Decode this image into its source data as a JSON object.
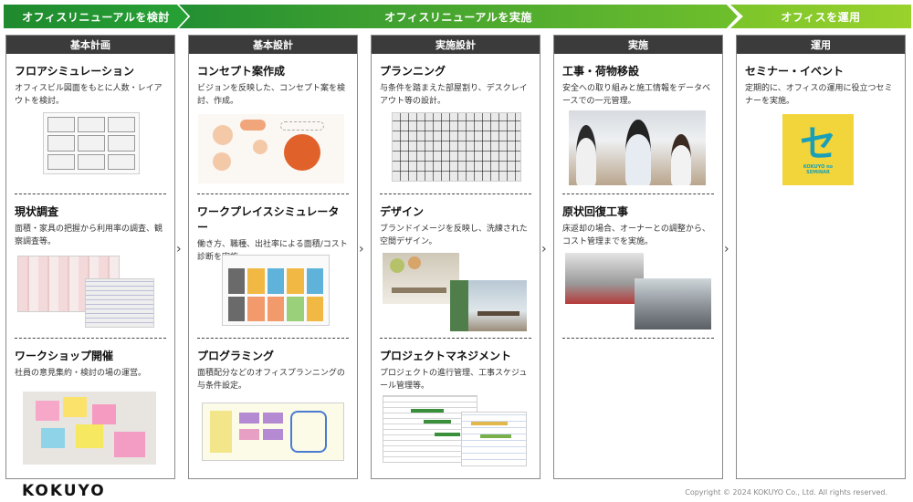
{
  "phases": [
    "オフィスリニューアルを検討",
    "オフィスリニューアルを実施",
    "オフィスを運用"
  ],
  "columns": [
    {
      "head": "基本計画",
      "items": [
        {
          "title": "フロアシミュレーション",
          "desc": "オフィスビル図面をもとに人数・レイアウトを検討。"
        },
        {
          "title": "現状調査",
          "desc": "面積・家具の把握から利用率の調査、観察調査等。"
        },
        {
          "title": "ワークショップ開催",
          "desc": "社員の意見集約・検討の場の運営。"
        }
      ]
    },
    {
      "head": "基本設計",
      "items": [
        {
          "title": "コンセプト案作成",
          "desc": "ビジョンを反映した、コンセプト案を検討、作成。"
        },
        {
          "title": "ワークプレイスシミュレーター",
          "desc": "働き方、職種、出社率による面積/コスト診断を実施。"
        },
        {
          "title": "プログラミング",
          "desc": "面積配分などのオフィスプランニングの与条件設定。"
        }
      ]
    },
    {
      "head": "実施設計",
      "items": [
        {
          "title": "プランニング",
          "desc": "与条件を踏まえた部屋割り、デスクレイアウト等の設計。"
        },
        {
          "title": "デザイン",
          "desc": "ブランドイメージを反映し、洗練された空間デザイン。"
        },
        {
          "title": "プロジェクトマネジメント",
          "desc": "プロジェクトの進行管理、工事スケジュール管理等。"
        }
      ]
    },
    {
      "head": "実施",
      "items": [
        {
          "title": "工事・荷物移設",
          "desc": "安全への取り組みと施工情報をデータベースでの一元管理。"
        },
        {
          "title": "原状回復工事",
          "desc": "床返却の場合、オーナーとの調整から、コスト管理までを実施。"
        }
      ]
    },
    {
      "head": "運用",
      "items": [
        {
          "title": "セミナー・イベント",
          "desc": "定期的に、オフィスの運用に役立つセミナーを実施。"
        }
      ]
    }
  ],
  "seminar_logo": {
    "glyph": "セ",
    "line1": "KOKUYO no",
    "line2": "SEMINAR"
  },
  "arrow_glyph": "›",
  "footer": {
    "logo": "KOKUYO",
    "copyright": "Copyright © 2024 KOKUYO Co., Ltd. All rights reserved."
  },
  "colors": {
    "header_dark": "#3b3b3b",
    "phase_green": "#238f32",
    "phase_light": "#9ad22c",
    "seminar_yellow": "#f2d53a",
    "seminar_teal": "#1a9fb8"
  }
}
